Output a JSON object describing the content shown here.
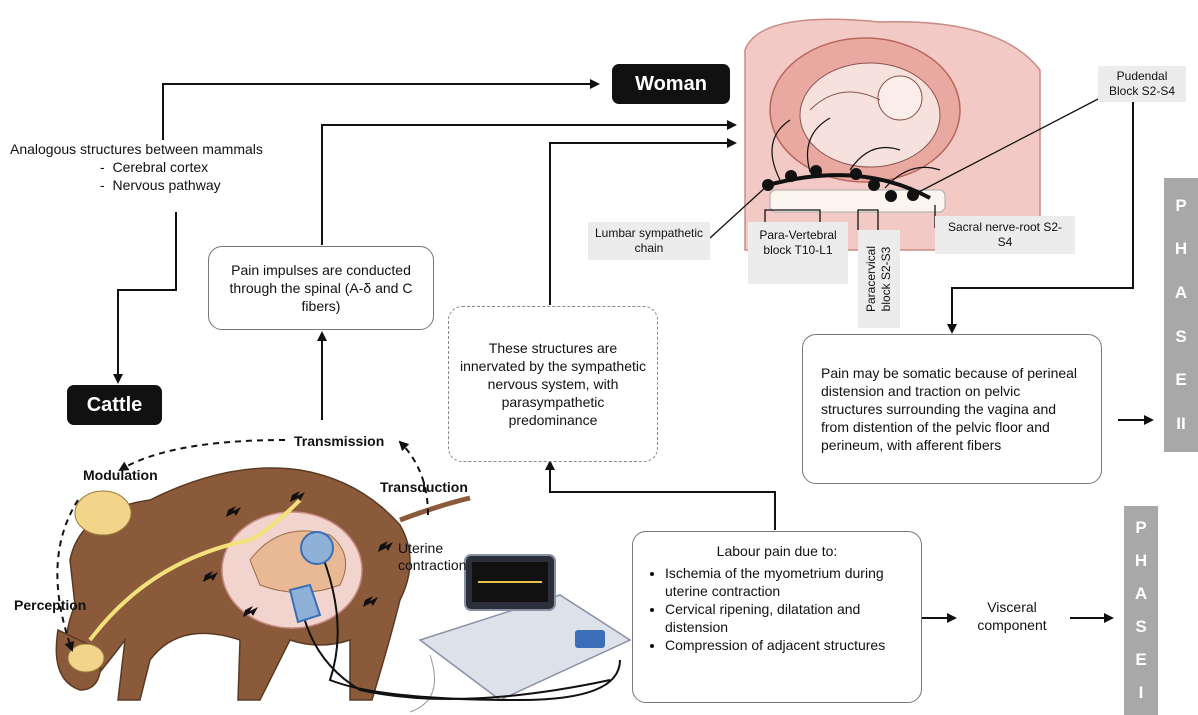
{
  "labels": {
    "woman": "Woman",
    "cattle": "Cattle"
  },
  "analogous": {
    "title": "Analogous structures between mammals",
    "items": [
      "Cerebral cortex",
      "Nervous pathway"
    ]
  },
  "pain_impulses": "Pain impulses are conducted through the spinal (A-δ and C fibers)",
  "innervated": "These structures are innervated by the sympathetic nervous system, with parasympathetic predominance",
  "somatic": "Pain may be somatic because of perineal distension and traction on pelvic structures surrounding the vagina and from distention of the pelvic floor and perineum, with afferent fibers",
  "labour": {
    "title": "Labour pain due to:",
    "items": [
      "Ischemia of the myometrium during uterine contraction",
      "Cervical ripening, dilatation and distension",
      "Compression of adjacent structures"
    ]
  },
  "visceral": "Visceral component",
  "blocks": {
    "pudendal": "Pudendal Block S2-S4",
    "lumbar": "Lumbar sympathetic chain",
    "paravertebral": "Para-Vertebral block T10-L1",
    "paracervical": "Paracervical block S2-S3",
    "sacral": "Sacral nerve-root S2-S4"
  },
  "process": {
    "transmission": "Transmission",
    "modulation": "Modulation",
    "transduction": "Transduction",
    "perception": "Perception",
    "uterine": "Uterine contraction"
  },
  "phases": {
    "phase2": [
      "P",
      "H",
      "A",
      "S",
      "E",
      "II"
    ],
    "phase1": [
      "P",
      "H",
      "A",
      "S",
      "E",
      "I"
    ]
  },
  "colors": {
    "phase_bar": "#a8a8a8",
    "label_bg": "#111111",
    "tag_bg": "#ececec",
    "cow_body": "#8a5a3b",
    "nerve": "#f3e27a",
    "uterus_bg": "#f2c9c4"
  }
}
